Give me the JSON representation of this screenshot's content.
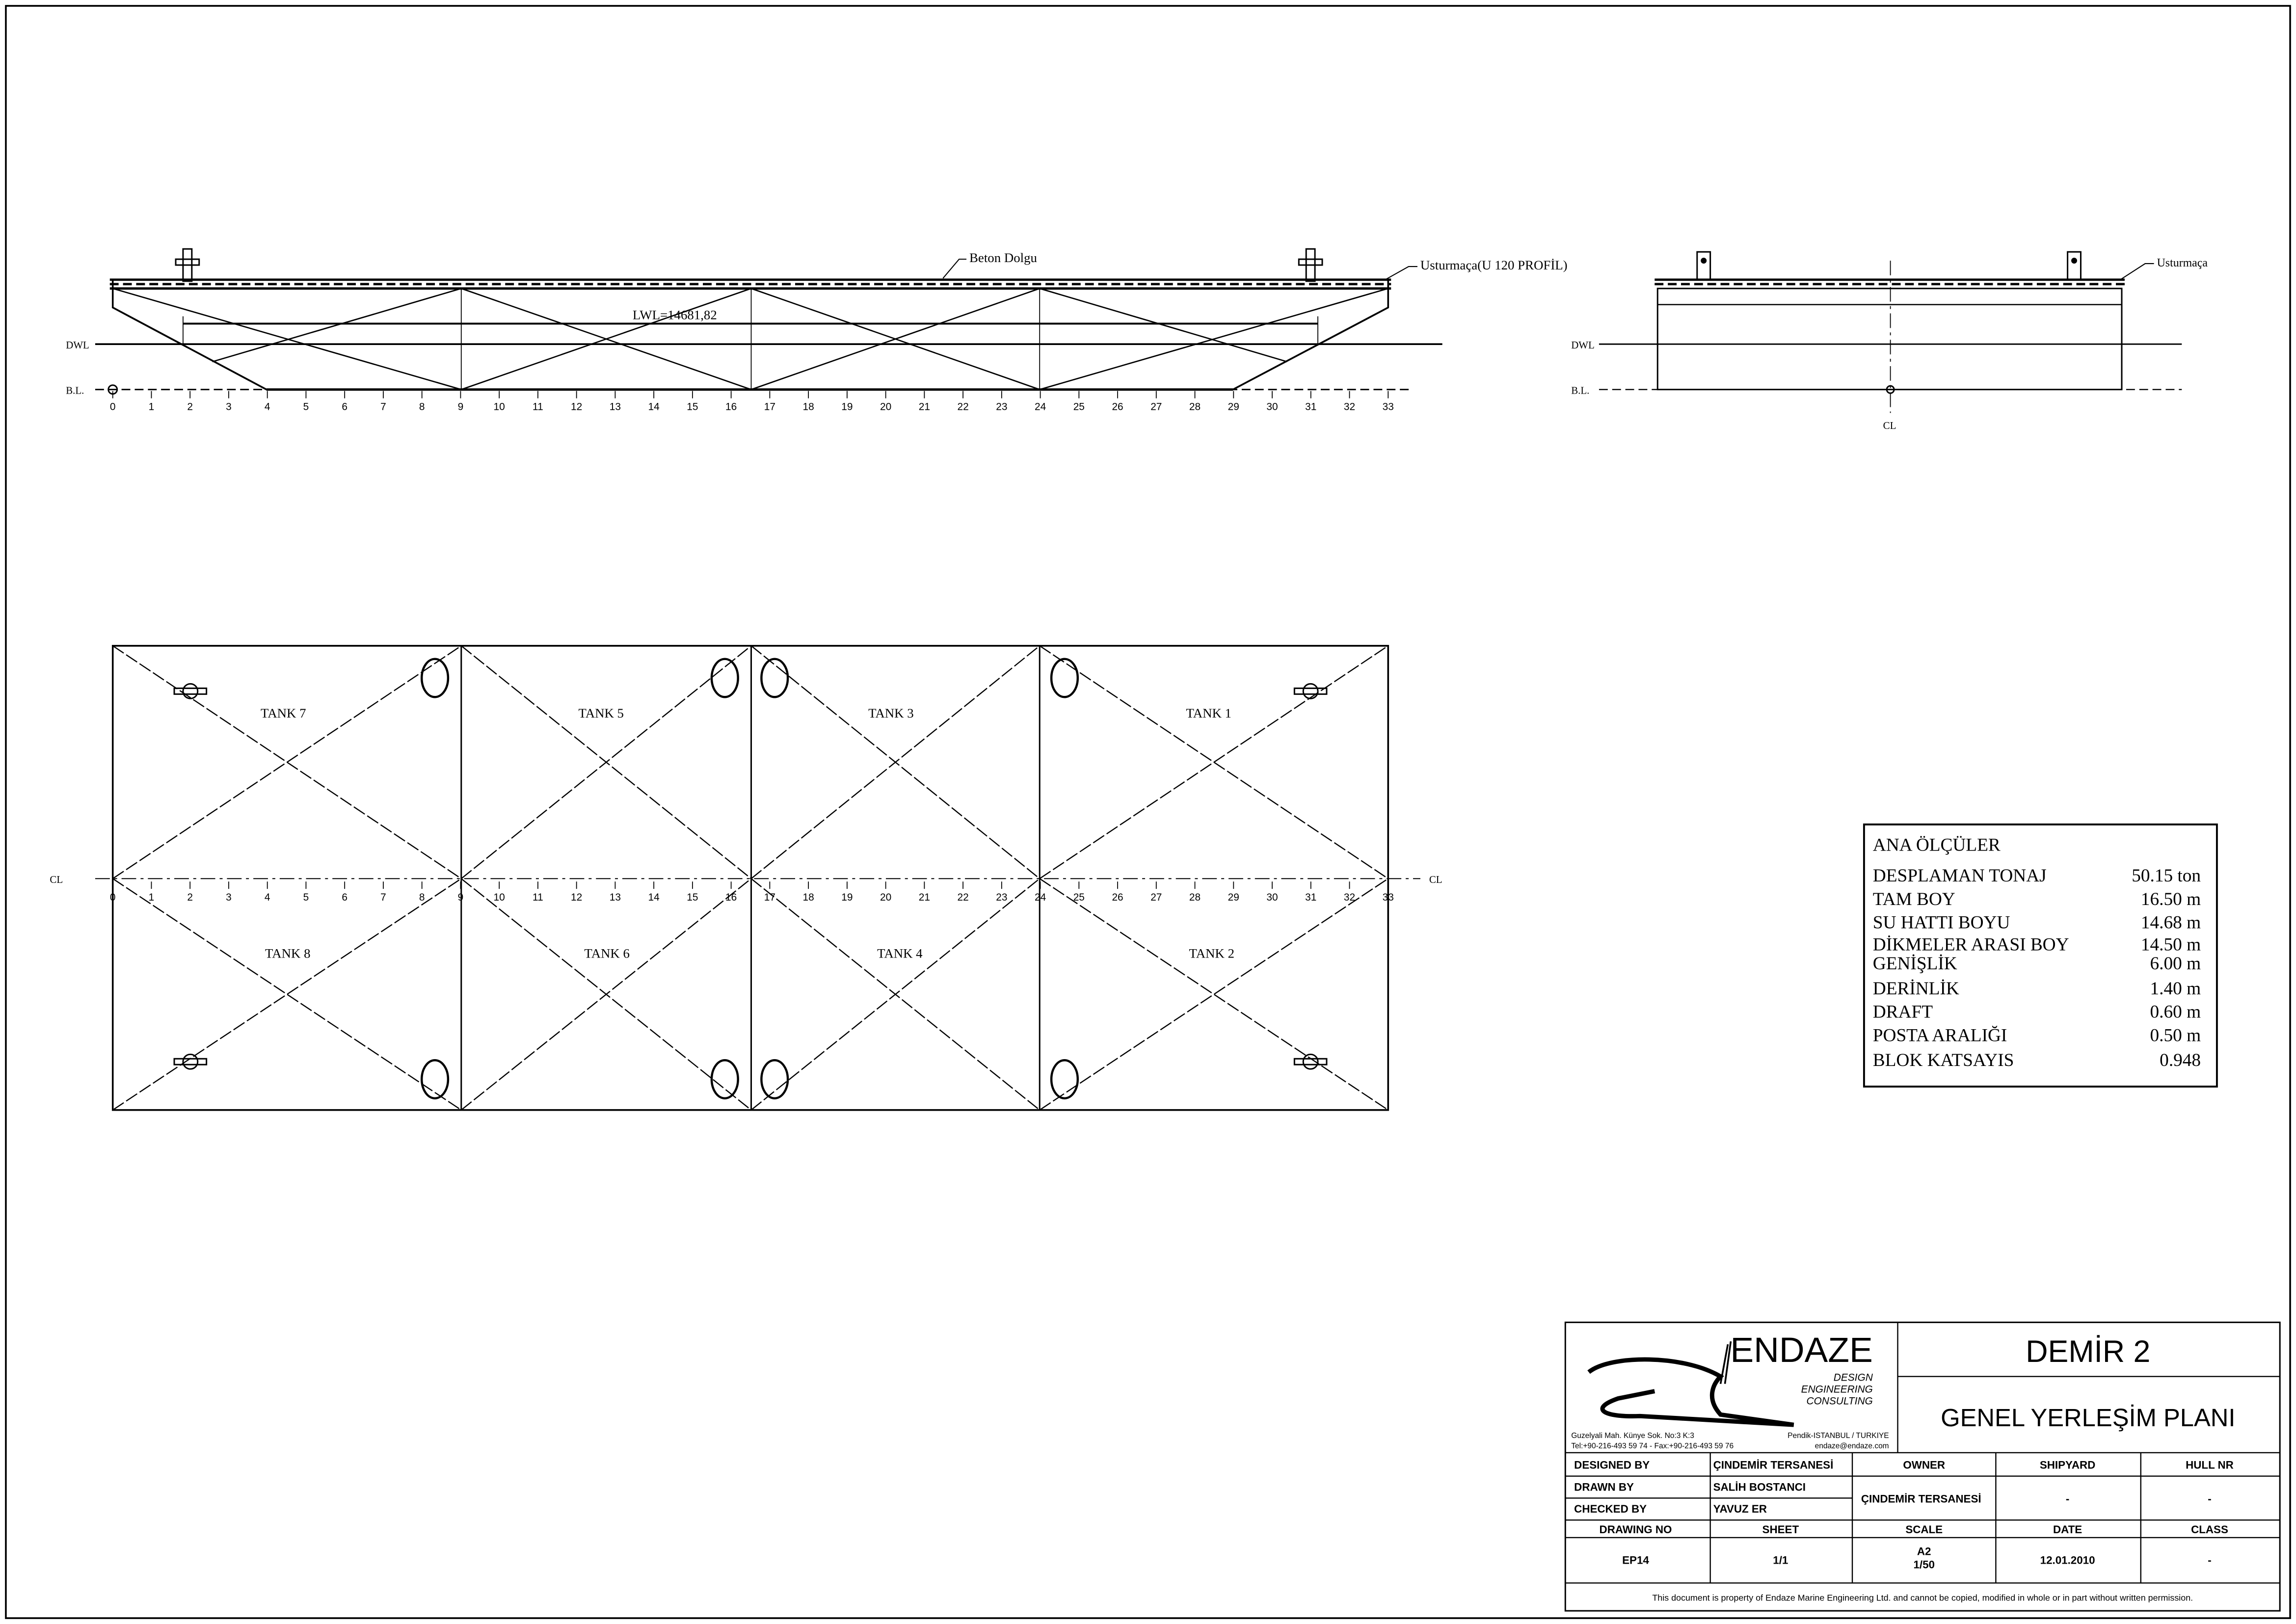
{
  "profile": {
    "beton_label": "Beton Dolgu",
    "fender_label": "Usturmaça(U 120 PROFİL)",
    "lwl_label": "LWL=14681,82",
    "dwl_label": "DWL",
    "bl_label": "B.L."
  },
  "section": {
    "fender_label": "Usturmaça",
    "dwl_label": "DWL",
    "bl_label": "B.L.",
    "cl_label": "CL"
  },
  "plan": {
    "cl_label": "CL",
    "tanks": [
      "TANK 7",
      "TANK 5",
      "TANK 3",
      "TANK 1",
      "TANK 8",
      "TANK 6",
      "TANK 4",
      "TANK 2"
    ]
  },
  "frames": [
    "0",
    "1",
    "2",
    "3",
    "4",
    "5",
    "6",
    "7",
    "8",
    "9",
    "10",
    "11",
    "12",
    "13",
    "14",
    "15",
    "16",
    "17",
    "18",
    "19",
    "20",
    "21",
    "22",
    "23",
    "24",
    "25",
    "26",
    "27",
    "28",
    "29",
    "30",
    "31",
    "32",
    "33"
  ],
  "particulars": {
    "title": "ANA ÖLÇÜLER",
    "rows": [
      {
        "label": "DESPLAMAN TONAJ",
        "value": "50.15 ton"
      },
      {
        "label": "TAM BOY",
        "value": "16.50 m"
      },
      {
        "label": "SU HATTI BOYU",
        "value": "14.68 m"
      },
      {
        "label": "DİKMELER ARASI BOY",
        "value": "14.50 m"
      },
      {
        "label": "GENİŞLİK",
        "value": "6.00 m"
      },
      {
        "label": "DERİNLİK",
        "value": "1.40 m"
      },
      {
        "label": "DRAFT",
        "value": "0.60 m"
      },
      {
        "label": "POSTA ARALIĞI",
        "value": "0.50 m"
      },
      {
        "label": "BLOK KATSAYIS",
        "value": "0.948"
      }
    ]
  },
  "title_block": {
    "company": "ENDAZE",
    "tagline": [
      "DESIGN",
      "ENGINEERING",
      "CONSULTING"
    ],
    "address1": "Guzelyali Mah. Künye Sok. No:3 K:3",
    "address2": "Tel:+90-216-493 59 74 - Fax:+90-216-493 59 76",
    "city": "Pendik-ISTANBUL / TURKIYE",
    "email": "endaze@endaze.com",
    "project": "DEMİR 2",
    "drawing_title": "GENEL YERLEŞİM PLANI",
    "designed_by_label": "DESIGNED BY",
    "designed_by": "ÇINDEMİR TERSANESİ",
    "drawn_by_label": "DRAWN BY",
    "drawn_by": "SALİH BOSTANCI",
    "checked_by_label": "CHECKED BY",
    "checked_by": "YAVUZ ER",
    "owner_label": "OWNER",
    "owner": "ÇINDEMİR TERSANESİ",
    "shipyard_label": "SHIPYARD",
    "shipyard": "-",
    "hull_label": "HULL NR",
    "hull": "-",
    "drawing_no_label": "DRAWING NO",
    "drawing_no": "EP14",
    "sheet_label": "SHEET",
    "sheet": "1/1",
    "scale_label": "SCALE",
    "scale_paper": "A2",
    "scale": "1/50",
    "date_label": "DATE",
    "date": "12.01.2010",
    "class_label": "CLASS",
    "class": "-",
    "disclaimer": "This document is property of  Endaze Marine Engineering Ltd. and cannot be copied, modified in whole or in part without written permission."
  }
}
